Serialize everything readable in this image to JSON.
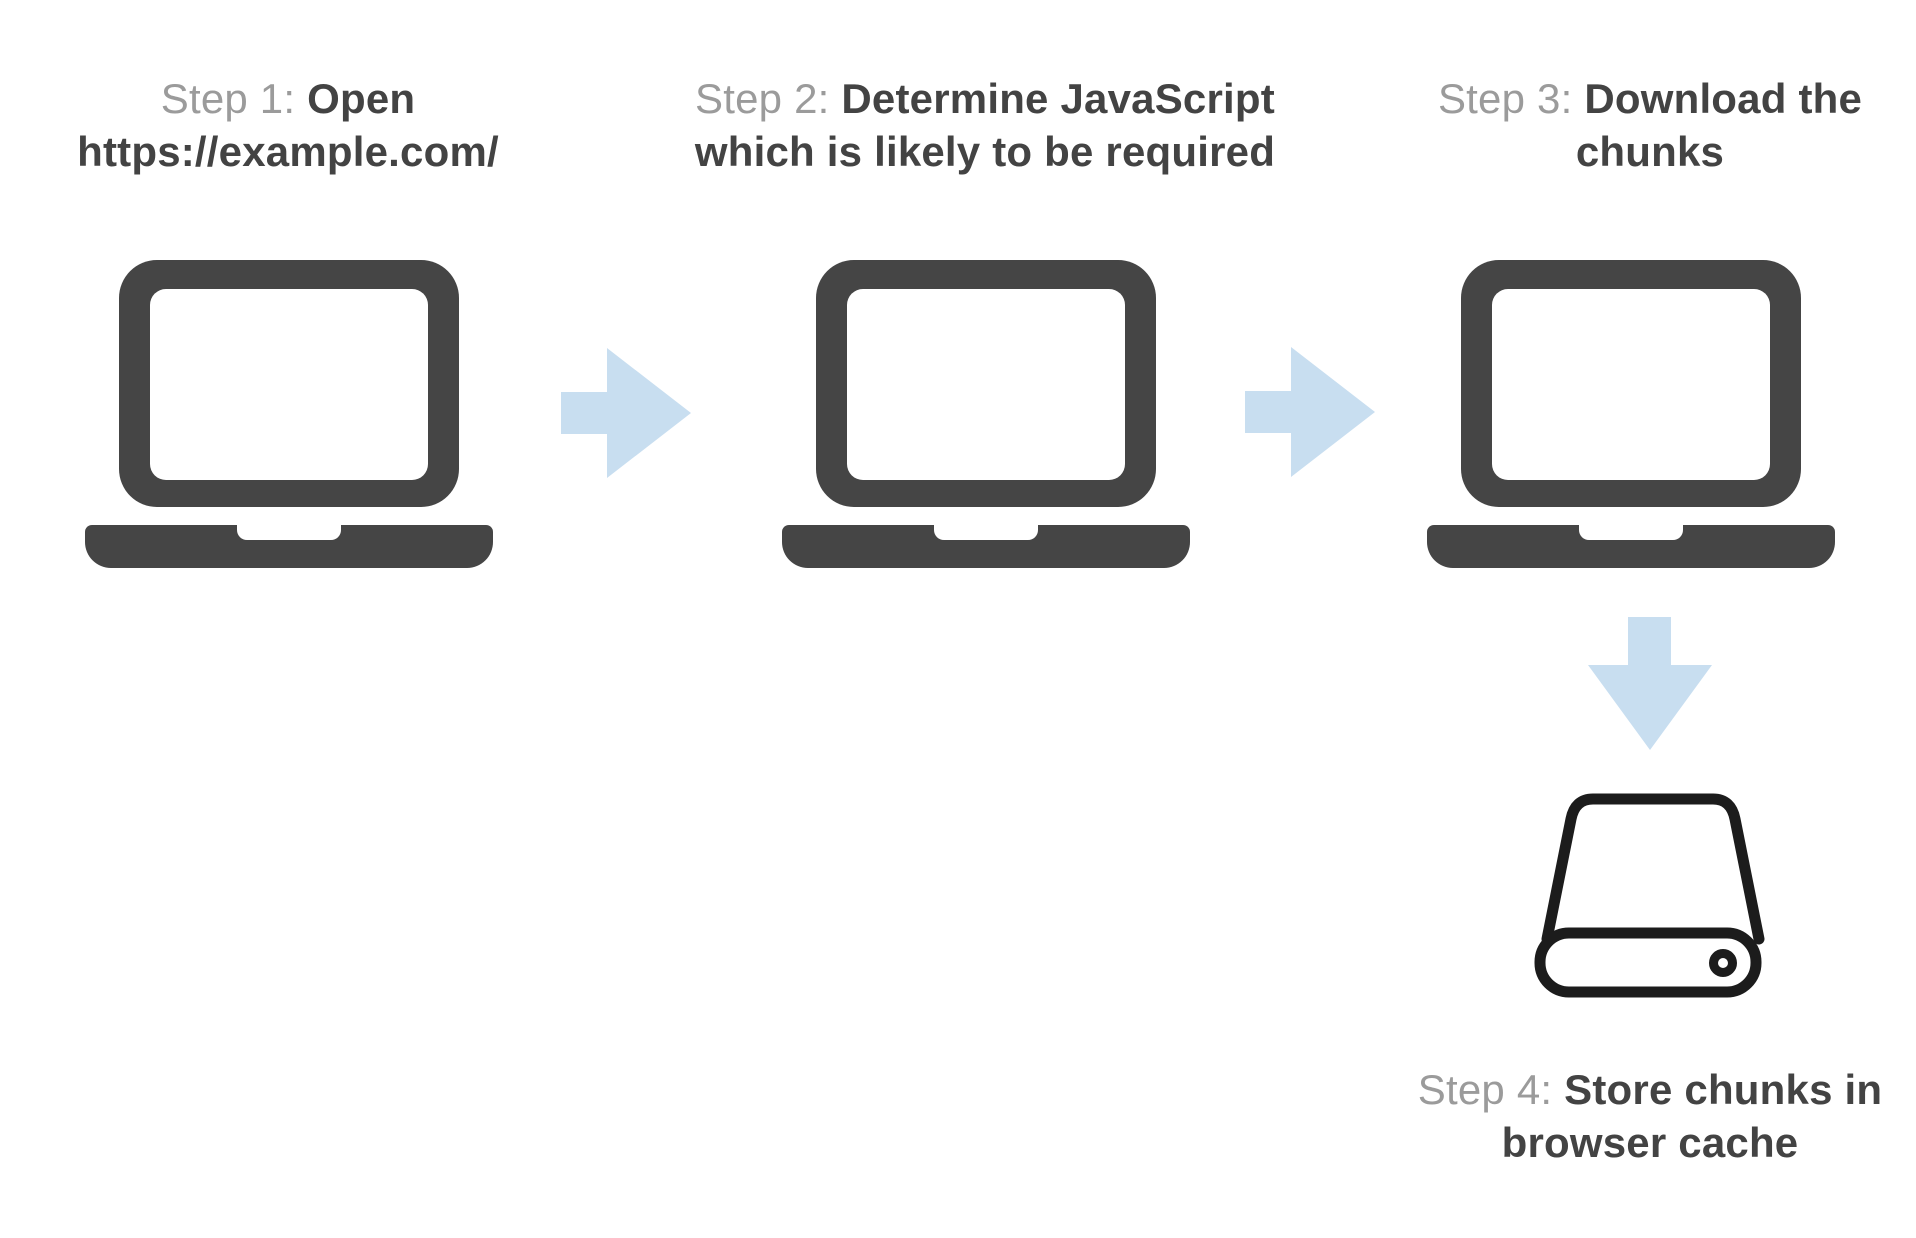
{
  "steps": [
    {
      "prefix": "Step 1:",
      "title": "Open https://example.com/"
    },
    {
      "prefix": "Step 2:",
      "title": "Determine JavaScript which is likely to be required"
    },
    {
      "prefix": "Step 3:",
      "title": "Download the chunks"
    },
    {
      "prefix": "Step 4:",
      "title": "Store chunks in browser cache"
    }
  ],
  "icons": {
    "laptop": "laptop-icon",
    "arrow_right": "arrow-right-icon",
    "arrow_down": "arrow-down-icon",
    "hard_drive": "hard-drive-icon"
  },
  "colors": {
    "background": "#ffffff",
    "icon": "#454545",
    "drive": "#1c1c1c",
    "arrow": "#c8def0",
    "label": "#9b9b9b",
    "text": "#434343"
  }
}
